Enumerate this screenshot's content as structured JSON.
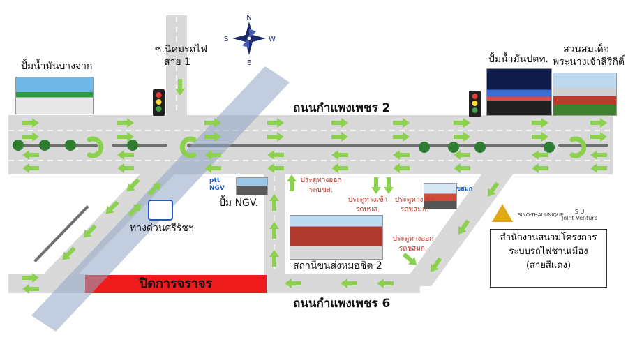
{
  "labels": {
    "road_top": "ถนนกำแพงเพชร 2",
    "road_bottom": "ถนนกำแพงเพชร 6",
    "soi_line1": "ซ.นิคมรถไฟ",
    "soi_line2": "สาย 1",
    "pump_bangchak": "ปั้มน้ำมันบางจาก",
    "pump_ptt": "ปั้มน้ำมันปตท.",
    "park_line1": "สวนสมเด็จ",
    "park_line2": "พระนางเจ้าสิริกิติ์",
    "expressway": "ทางด่วนศรีรัชฯ",
    "ngv": "ปั้ม NGV.",
    "bus_station": "สถานีขนส่งหมอชิต 2",
    "closed": "ปิดการจราจร"
  },
  "gates": {
    "exit_bus_l1": "ประตูทางออก",
    "exit_bus_l2": "รถบขส.",
    "enter_bus_l1": "ประตูทางเข้า",
    "enter_bus_l2": "รถบขส.",
    "enter_bmta_l1": "ประตูทางเข้า",
    "enter_bmta_l2": "รถขสมก.",
    "exit_bmta_l1": "ประตูทางออก",
    "exit_bmta_l2": "รถขสมก."
  },
  "office": {
    "line1": "สำนักงานสนามโครงการ",
    "line2": "ระบบรถไฟชานเมือง",
    "line3": "(สายสีแดง)"
  },
  "logos": {
    "ptt": "ptt",
    "ngv": "NGV",
    "bmta": "ขสมก",
    "sino_thai": "SINO-THAI UNIQUE",
    "su_line1": "S U",
    "su_line2": "Joint Venture"
  },
  "compass": {
    "n": "N",
    "s": "S",
    "e": "E",
    "w": "W"
  },
  "colors": {
    "road": "#d9d9d9",
    "lane_line": "#ffffff",
    "median": "#6f6f6f",
    "arrow": "#8cd04f",
    "tree": "#2e7d32",
    "expressway": "#8fa6c4",
    "closed_bar": "#ee1c1c",
    "signal_box": "#222222"
  }
}
